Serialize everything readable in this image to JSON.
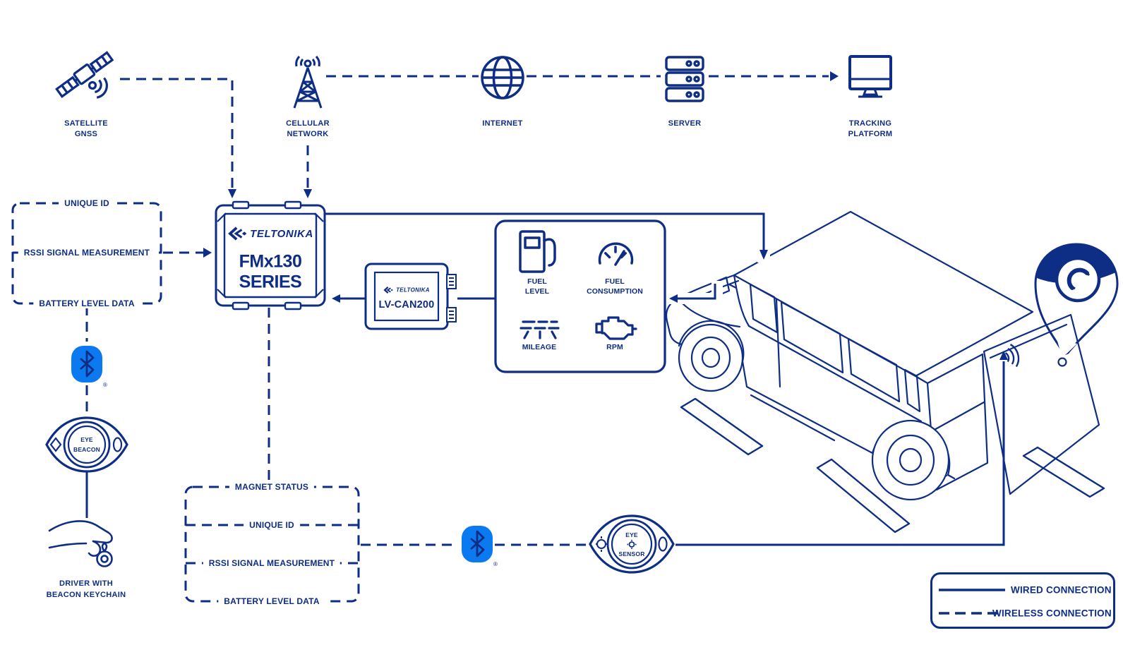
{
  "colors": {
    "diagram_line": "#0e2d84",
    "bluetooth_blue": "#0b79f0",
    "background": "#ffffff"
  },
  "top_nodes": {
    "satellite": {
      "line1": "SATELLITE",
      "line2": "GNSS"
    },
    "cellular": {
      "line1": "CELLULAR",
      "line2": "NETWORK"
    },
    "internet": {
      "label": "INTERNET"
    },
    "server": {
      "label": "SERVER"
    },
    "tracking": {
      "line1": "TRACKING",
      "line2": "PLATFORM"
    }
  },
  "beacon_data_box": {
    "items": [
      "UNIQUE ID",
      "RSSI SIGNAL MEASUREMENT",
      "BATTERY LEVEL DATA"
    ]
  },
  "sensor_data_box": {
    "items": [
      "MAGNET STATUS",
      "UNIQUE ID",
      "RSSI SIGNAL MEASUREMENT",
      "BATTERY LEVEL DATA"
    ]
  },
  "tracker": {
    "brand": "TELTONIKA",
    "model": "FMx130",
    "series": "SERIES"
  },
  "can_adapter": {
    "brand": "TELTONIKA",
    "model": "LV-CAN200"
  },
  "can_data_panel": {
    "fuel_level": {
      "line1": "FUEL",
      "line2": "LEVEL"
    },
    "fuel_consumption": {
      "line1": "FUEL",
      "line2": "CONSUMPTION"
    },
    "mileage": "MILEAGE",
    "rpm": "RPM"
  },
  "eye_beacon": {
    "line1": "EYE",
    "line2": "BEACON"
  },
  "eye_sensor": {
    "line1": "EYE",
    "line2": "SENSOR"
  },
  "driver": {
    "line1": "DRIVER WITH",
    "line2": "BEACON KEYCHAIN"
  },
  "legend": {
    "wired": "WIRED CONNECTION",
    "wireless": "WIRELESS CONNECTION"
  },
  "registered_mark": "®",
  "icons": {
    "satellite-icon": "GNSS satellite with solar panels",
    "cell-tower-icon": "cellular mast with signal waves",
    "globe-icon": "internet globe",
    "server-icon": "stacked server rack",
    "monitor-icon": "tracking platform monitor",
    "fuel-pump-icon": "fuel pump",
    "gauge-icon": "fuel consumption gauge",
    "road-icon": "mileage road markings",
    "engine-icon": "engine RPM",
    "bluetooth-icon": "bluetooth connection",
    "eye-beacon-icon": "EYE beacon puck",
    "eye-sensor-icon": "EYE sensor puck",
    "hand-keychain-icon": "driver hand with beacon keychain",
    "magnet-pin-icon": "location pin with magnet",
    "van-icon": "cargo van with open rear door"
  }
}
